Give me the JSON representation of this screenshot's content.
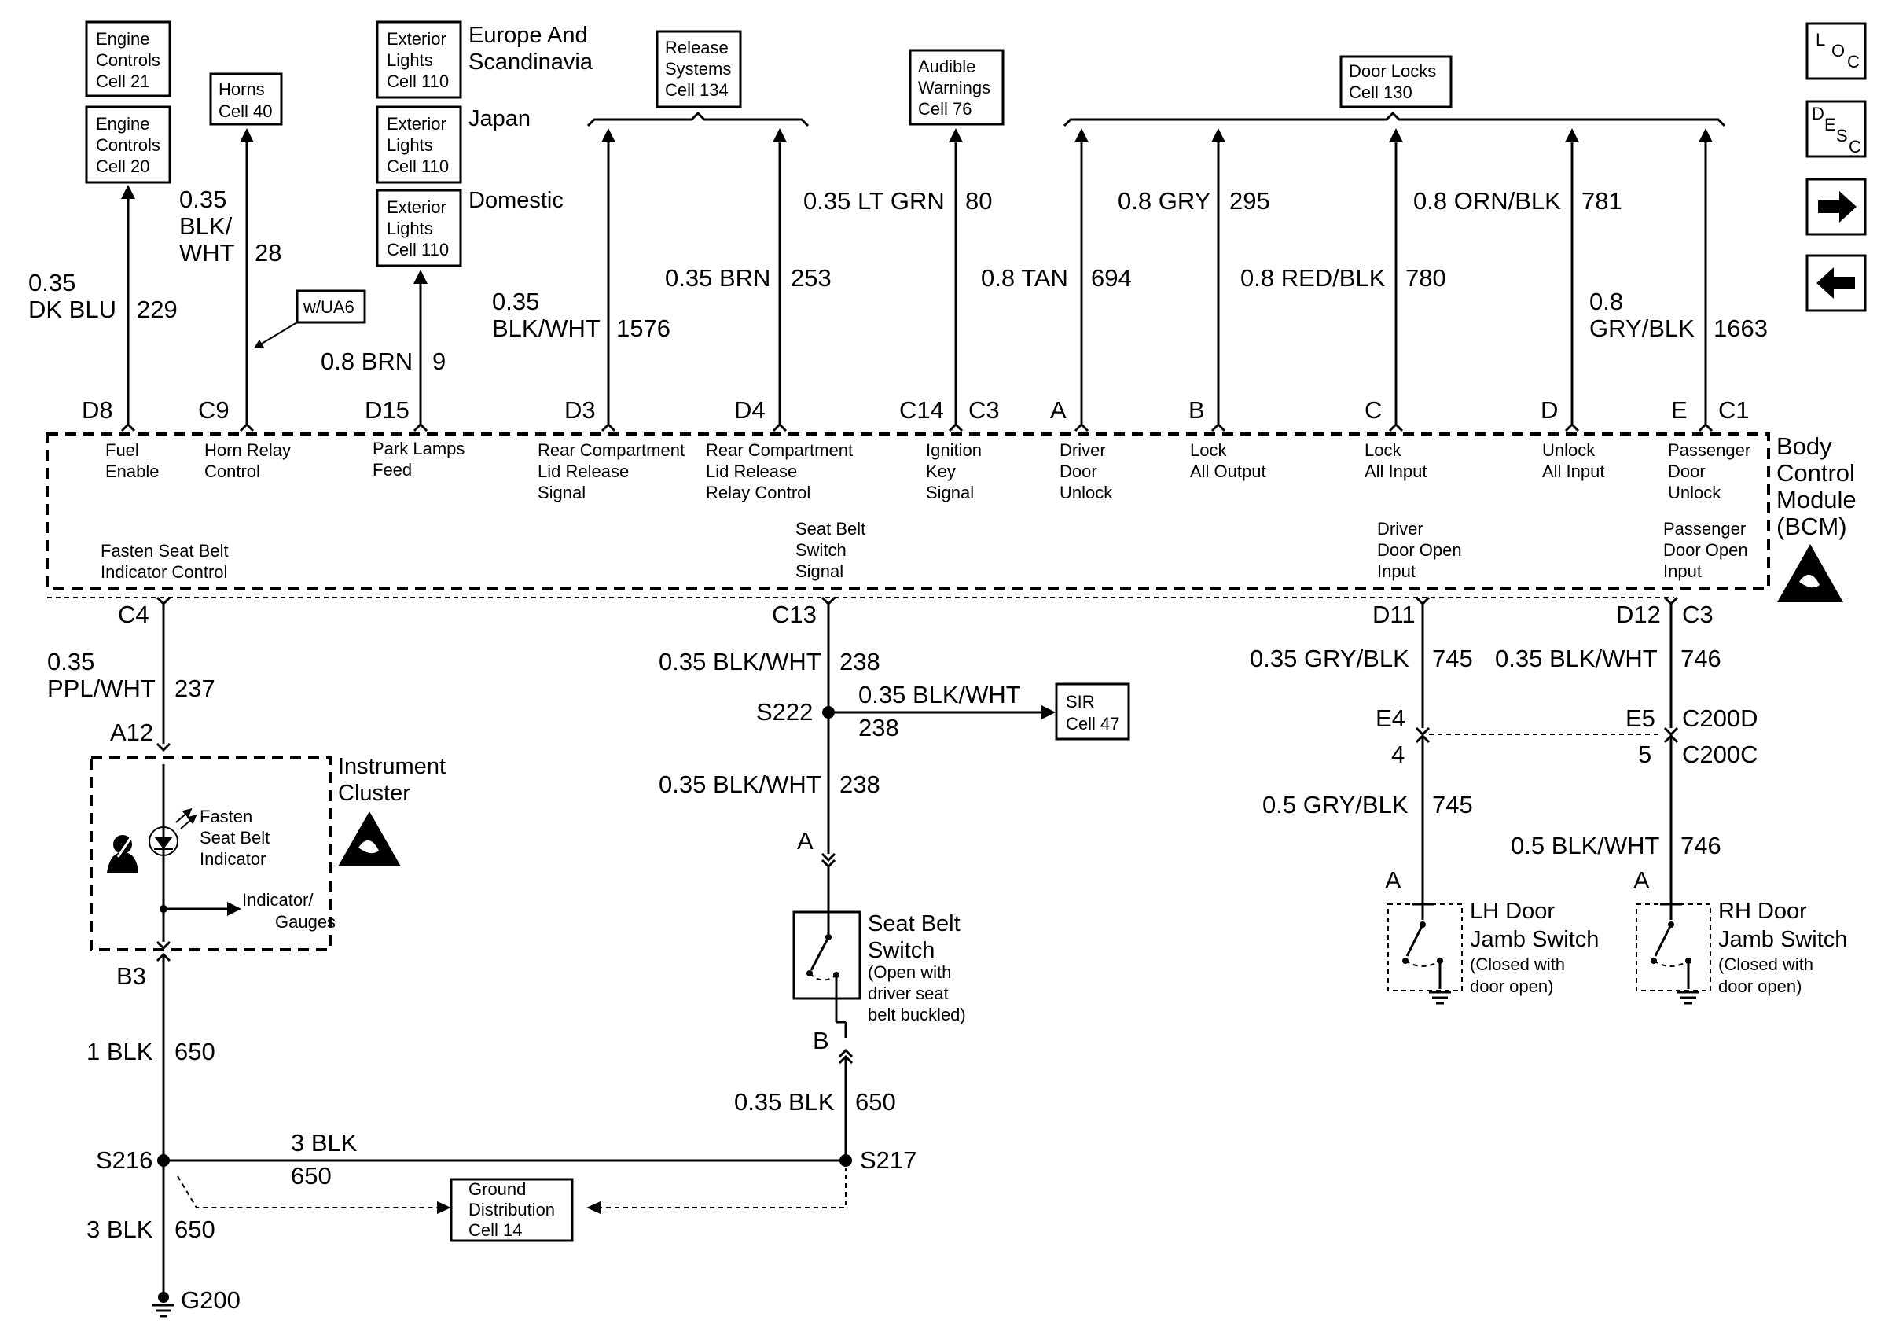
{
  "module": {
    "line1": "Body",
    "line2": "Control",
    "line3": "Module",
    "line4": "(BCM)"
  },
  "nav": {
    "loc_icon": "loc-icon",
    "desc_icon": "desc-icon",
    "next_icon": "arrow-right-icon",
    "prev_icon": "arrow-left-icon"
  },
  "refs": {
    "engine21": [
      "Engine",
      "Controls",
      "Cell 21"
    ],
    "engine20": [
      "Engine",
      "Controls",
      "Cell 20"
    ],
    "horns": [
      "Horns",
      "Cell 40"
    ],
    "ua6": "w/UA6",
    "ext_europe": [
      "Exterior",
      "Lights",
      "Cell 110"
    ],
    "ext_japan": [
      "Exterior",
      "Lights",
      "Cell 110"
    ],
    "ext_domestic": [
      "Exterior",
      "Lights",
      "Cell 110"
    ],
    "europe_label": [
      "Europe And",
      "Scandinavia"
    ],
    "japan_label": "Japan",
    "domestic_label": "Domestic",
    "release": [
      "Release",
      "Systems",
      "Cell 134"
    ],
    "audible": [
      "Audible",
      "Warnings",
      "Cell 76"
    ],
    "doorlocks": [
      "Door Locks",
      "Cell 130"
    ],
    "sir": [
      "SIR",
      "Cell 47"
    ],
    "ground": [
      "Ground",
      "Distribution",
      "Cell 14"
    ]
  },
  "top_wires": [
    {
      "color1": "0.35",
      "color2": "DK BLU",
      "circuit": "229",
      "pin": "D8",
      "func": [
        "Fuel",
        "Enable"
      ]
    },
    {
      "color1": "0.35",
      "color2": "BLK/",
      "color3": "WHT",
      "circuit": "28",
      "pin": "C9",
      "func": [
        "Horn Relay",
        "Control"
      ]
    },
    {
      "color": "0.8 BRN",
      "circuit": "9",
      "pin": "D15",
      "func": [
        "Park Lamps",
        "Feed"
      ]
    },
    {
      "color1": "0.35",
      "color2": "BLK/WHT",
      "circuit": "1576",
      "pin": "D3",
      "func": [
        "Rear Compartment",
        "Lid Release",
        "Signal"
      ]
    },
    {
      "color": "0.35 BRN",
      "circuit": "253",
      "pin": "D4",
      "func": [
        "Rear Compartment",
        "Lid Release",
        "Relay Control"
      ]
    },
    {
      "color": "0.35 LT GRN",
      "circuit": "80",
      "pin": "C14",
      "conn": "C3",
      "func": [
        "Ignition",
        "Key",
        "Signal"
      ]
    },
    {
      "color": "0.8 TAN",
      "circuit": "694",
      "pin": "A",
      "func": [
        "Driver",
        "Door",
        "Unlock"
      ]
    },
    {
      "color": "0.8 GRY",
      "circuit": "295",
      "pin": "B",
      "func": [
        "Lock",
        "All Output"
      ]
    },
    {
      "color": "0.8 RED/BLK",
      "circuit": "780",
      "pin": "C",
      "func": [
        "Lock",
        "All Input"
      ]
    },
    {
      "color": "0.8 ORN/BLK",
      "circuit": "781",
      "pin": "D",
      "func": [
        "Unlock",
        "All Input"
      ]
    },
    {
      "color1": "0.8",
      "color2": "GRY/BLK",
      "circuit": "1663",
      "pin": "E",
      "conn": "C1",
      "func": [
        "Passenger",
        "Door",
        "Unlock"
      ]
    }
  ],
  "bottom_funcs": {
    "seatbelt_ind": [
      "Fasten Seat Belt",
      "Indicator Control"
    ],
    "seatbelt_sw": [
      "Seat Belt",
      "Switch",
      "Signal"
    ],
    "driver_door": [
      "Driver",
      "Door Open",
      "Input"
    ],
    "pass_door": [
      "Passenger",
      "Door Open",
      "Input"
    ]
  },
  "left_branch": {
    "pin": "C4",
    "color1": "0.35",
    "color2": "PPL/WHT",
    "circuit": "237",
    "ic_pin_top": "A12",
    "ic_title": [
      "Instrument",
      "Cluster"
    ],
    "indicator": [
      "Fasten",
      "Seat Belt",
      "Indicator"
    ],
    "gauges": [
      "Indicator/",
      "Gauges"
    ],
    "ic_pin_bottom": "B3",
    "ground_color": "1 BLK",
    "ground_circuit": "650",
    "splice": "S216",
    "hwire_color": "3 BLK",
    "hwire_circuit": "650",
    "ground_color2": "3 BLK",
    "ground_circuit2": "650",
    "ground_point": "G200"
  },
  "mid_branch": {
    "pin": "C13",
    "color": "0.35 BLK/WHT",
    "circuit": "238",
    "splice": "S222",
    "sir_color": "0.35 BLK/WHT",
    "sir_circuit": "238",
    "color2": "0.35 BLK/WHT",
    "circuit2": "238",
    "sw_pin_a": "A",
    "switch_name": [
      "Seat Belt",
      "Switch"
    ],
    "switch_note": [
      "(Open with",
      "driver seat",
      "belt buckled)"
    ],
    "sw_pin_b": "B",
    "gnd_color": "0.35 BLK",
    "gnd_circuit": "650",
    "splice2": "S217"
  },
  "lh_branch": {
    "pin": "D11",
    "color": "0.35 GRY/BLK",
    "circuit": "745",
    "conn_pin1": "E4",
    "conn_pin2": "4",
    "color2": "0.5 GRY/BLK",
    "circuit2": "745",
    "sw_pin": "A",
    "name": [
      "LH Door",
      "Jamb Switch"
    ],
    "note": [
      "(Closed with",
      "door open)"
    ]
  },
  "rh_branch": {
    "pin": "D12",
    "conn": "C3",
    "color": "0.35 BLK/WHT",
    "circuit": "746",
    "conn_pin1": "E5",
    "conn_name1": "C200D",
    "conn_pin2": "5",
    "conn_name2": "C200C",
    "color2": "0.5 BLK/WHT",
    "circuit2": "746",
    "sw_pin": "A",
    "name": [
      "RH Door",
      "Jamb Switch"
    ],
    "note": [
      "(Closed with",
      "door open)"
    ]
  }
}
